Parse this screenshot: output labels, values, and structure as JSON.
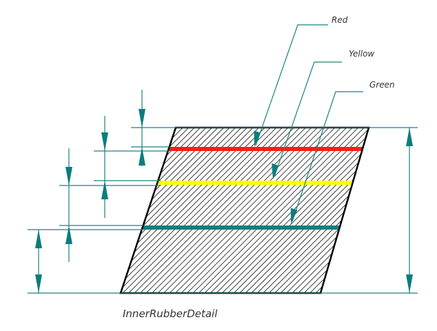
{
  "diagram": {
    "caption": "InnerRubberDetail",
    "colors": {
      "outline": "#000000",
      "hatch": "#000000",
      "dimension": "#1a8080",
      "arrowhead": "#0b7d7d",
      "background": "#ffffff"
    },
    "layers": [
      {
        "label": "Red",
        "color": "#ff1a1a"
      },
      {
        "label": "Yellow",
        "color": "#ffff00"
      },
      {
        "label": "Green",
        "color": "#0f7f7f"
      }
    ]
  }
}
